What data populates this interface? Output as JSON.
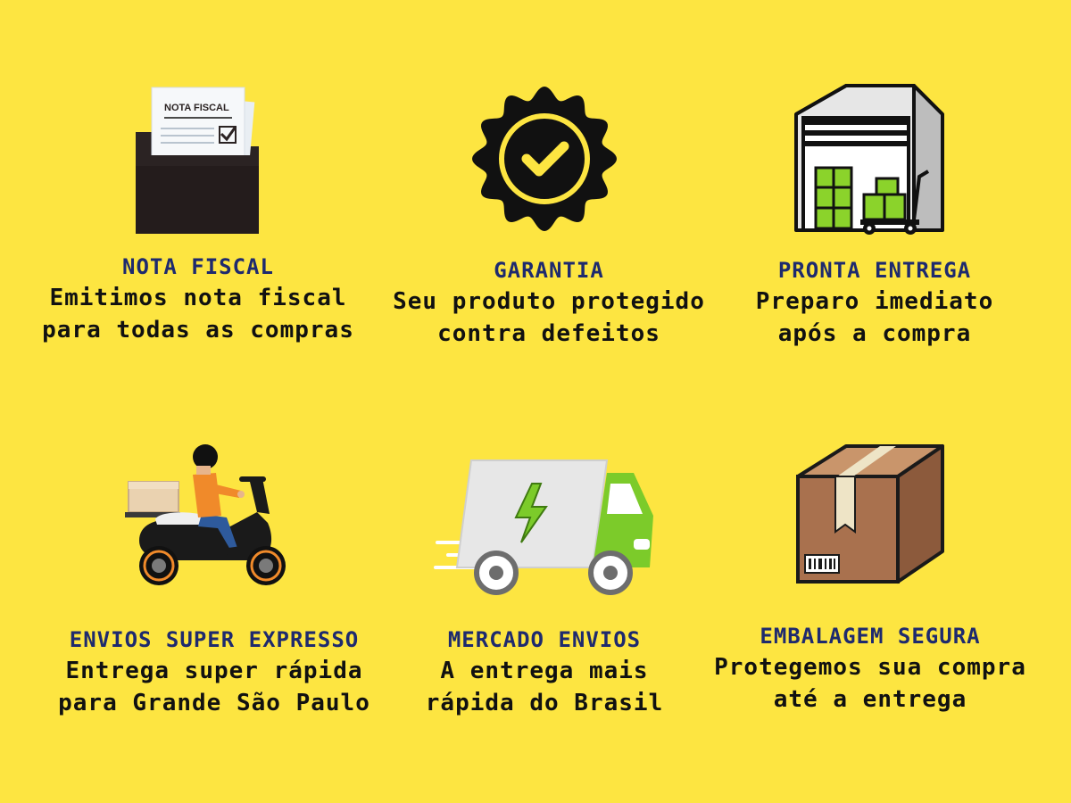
{
  "colors": {
    "background": "#FDE541",
    "title": "#1E2A6E",
    "text": "#111111",
    "accent_green": "#8BD32B"
  },
  "features": [
    {
      "icon": "invoice-folder-icon",
      "icon_label": "NOTA FISCAL",
      "title": "NOTA FISCAL",
      "line1": "Emitimos nota fiscal",
      "line2": "para todas as compras"
    },
    {
      "icon": "guarantee-seal-icon",
      "title": "GARANTIA",
      "line1": "Seu produto protegido",
      "line2": "contra defeitos"
    },
    {
      "icon": "warehouse-icon",
      "title": "PRONTA ENTREGA",
      "line1": "Preparo imediato",
      "line2": "após a compra"
    },
    {
      "icon": "delivery-scooter-icon",
      "title": "ENVIOS SUPER EXPRESSO",
      "line1": "Entrega super rápida",
      "line2": "para Grande São Paulo"
    },
    {
      "icon": "delivery-truck-icon",
      "title": "MERCADO ENVIOS",
      "line1": "A entrega mais",
      "line2": "rápida do Brasil"
    },
    {
      "icon": "package-box-icon",
      "title": "EMBALAGEM SEGURA",
      "line1": "Protegemos sua compra",
      "line2": "até a entrega"
    }
  ]
}
